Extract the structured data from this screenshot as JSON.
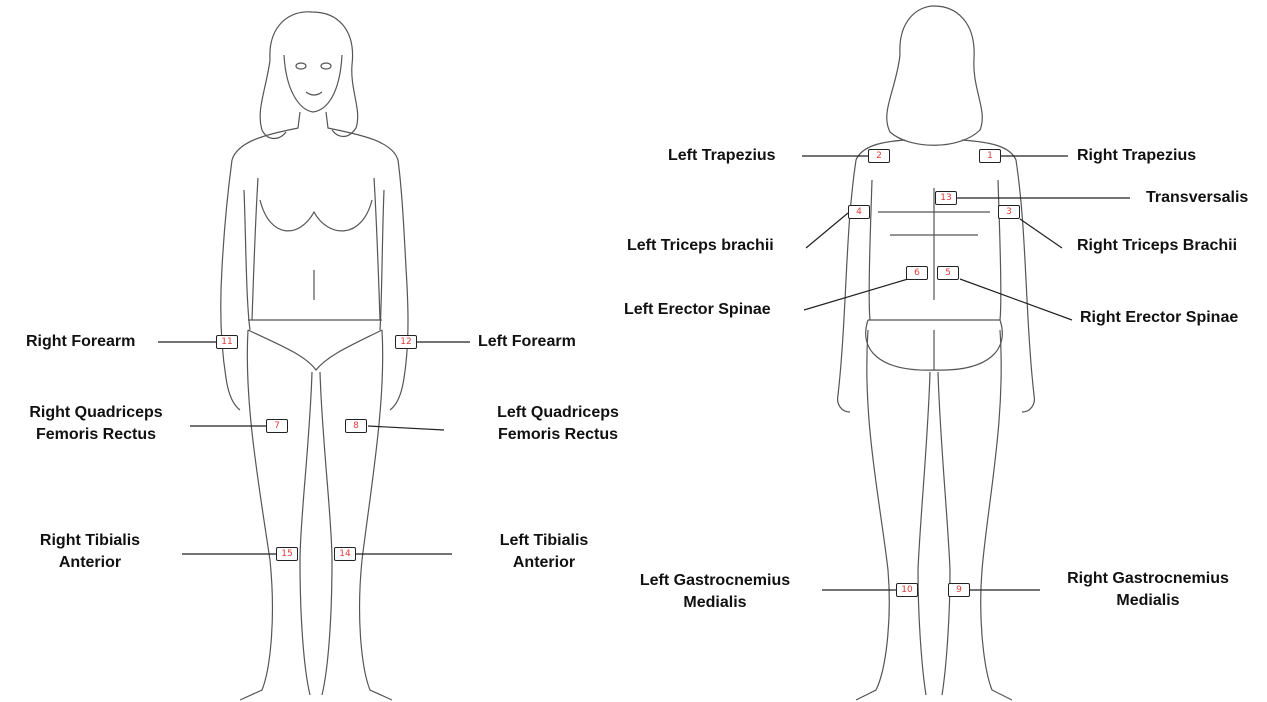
{
  "front_labels": {
    "right_forearm": "Right Forearm",
    "left_forearm": "Left Forearm",
    "right_quadriceps_1": "Right Quadriceps",
    "right_quadriceps_2": "Femoris Rectus",
    "left_quadriceps_1": "Left  Quadriceps",
    "left_quadriceps_2": "Femoris Rectus",
    "right_tibialis_1": "Right Tibialis",
    "right_tibialis_2": "Anterior",
    "left_tibialis_1": "Left Tibialis",
    "left_tibialis_2": "Anterior"
  },
  "back_labels": {
    "left_trapezius": "Left Trapezius",
    "right_trapezius": "Right Trapezius",
    "transversalis": "Transversalis",
    "left_triceps": "Left Triceps brachii",
    "right_triceps": "Right Triceps Brachii",
    "left_erector": "Left Erector Spinae",
    "right_erector": "Right Erector Spinae",
    "left_gastro_1": "Left Gastrocnemius",
    "left_gastro_2": "Medialis",
    "right_gastro_1": "Right Gastrocnemius",
    "right_gastro_2": "Medialis"
  },
  "markers": {
    "m1": "1",
    "m2": "2",
    "m3": "3",
    "m4": "4",
    "m5": "5",
    "m6": "6",
    "m7": "7",
    "m8": "8",
    "m9": "9",
    "m10": "10",
    "m11": "11",
    "m12": "12",
    "m13": "13",
    "m14": "14",
    "m15": "15"
  },
  "colors": {
    "marker_text": "#e23a3a",
    "line": "#222222",
    "body_outline": "#555555"
  }
}
